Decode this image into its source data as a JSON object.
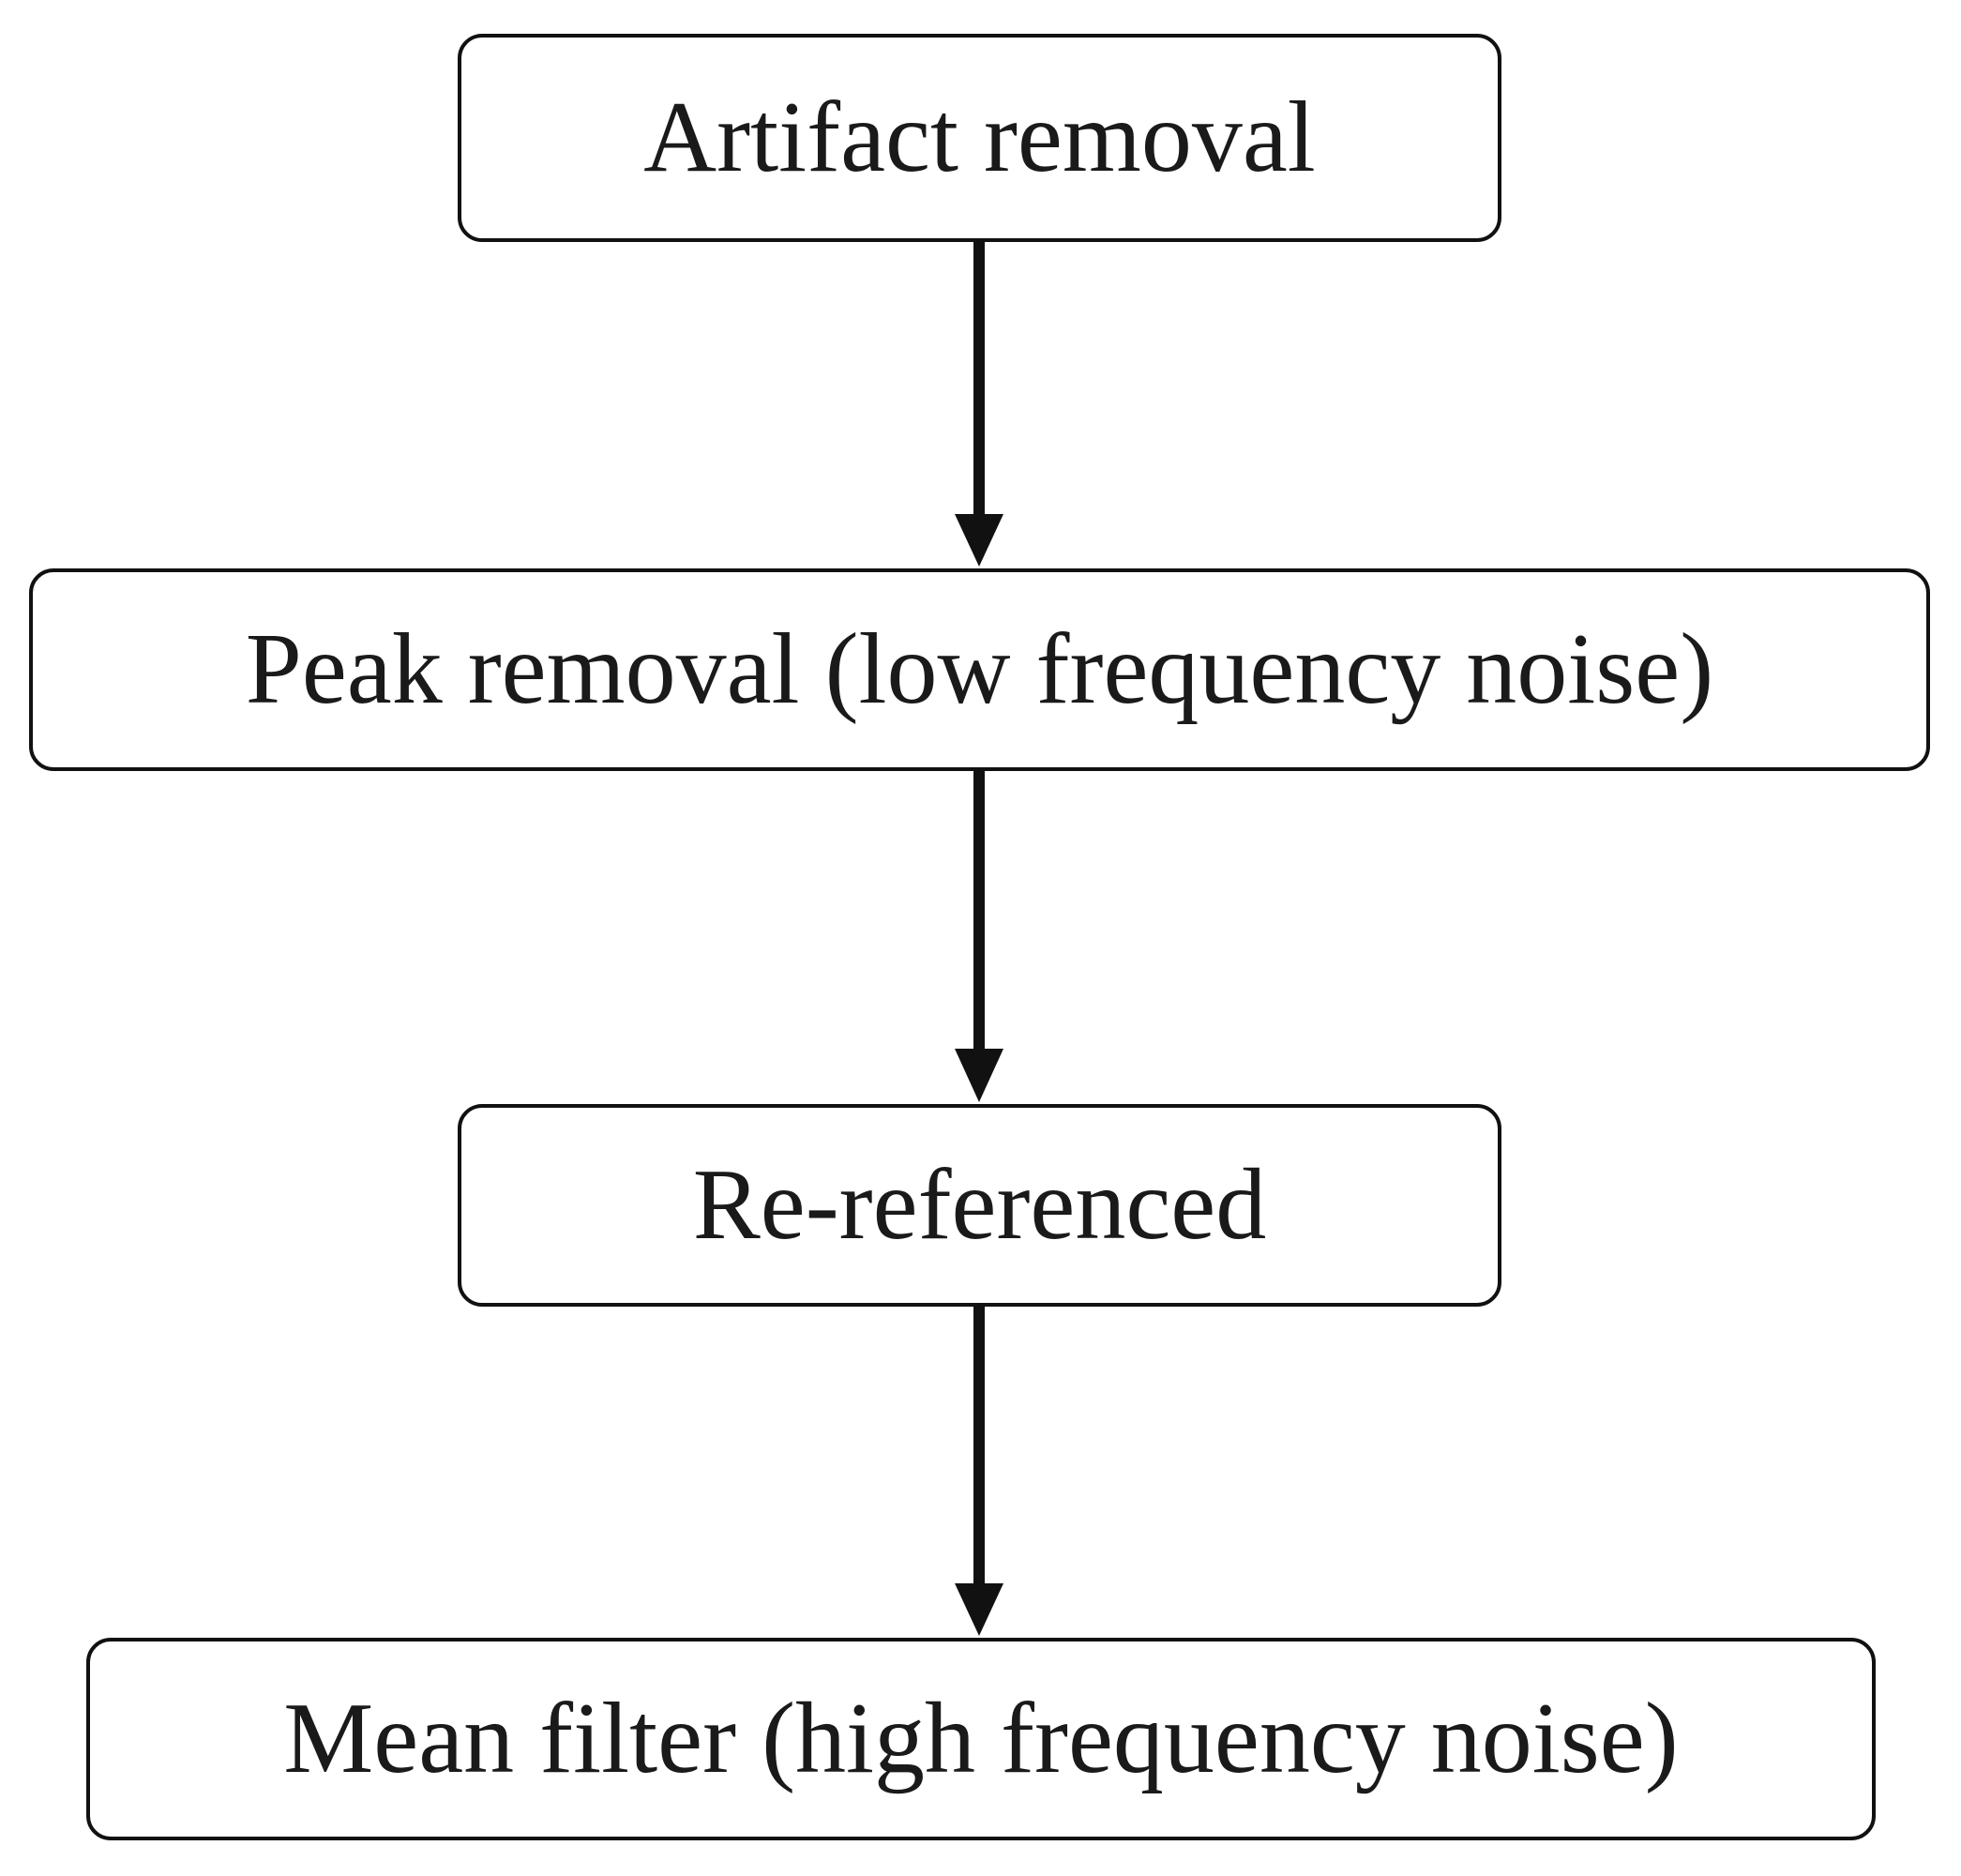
{
  "diagram": {
    "type": "flowchart",
    "direction": "top-to-bottom",
    "steps": [
      {
        "id": "artifact-removal",
        "label": "Artifact removal"
      },
      {
        "id": "peak-removal",
        "label": "Peak removal (low frequency noise)"
      },
      {
        "id": "re-referenced",
        "label": "Re-referenced"
      },
      {
        "id": "mean-filter",
        "label": "Mean filter (high frequency noise)"
      }
    ],
    "connections": [
      {
        "from": "artifact-removal",
        "to": "peak-removal"
      },
      {
        "from": "peak-removal",
        "to": "re-referenced"
      },
      {
        "from": "re-referenced",
        "to": "mean-filter"
      }
    ],
    "colors": {
      "stroke": "#111111",
      "text": "#1a1a1a",
      "background": "#ffffff"
    }
  }
}
